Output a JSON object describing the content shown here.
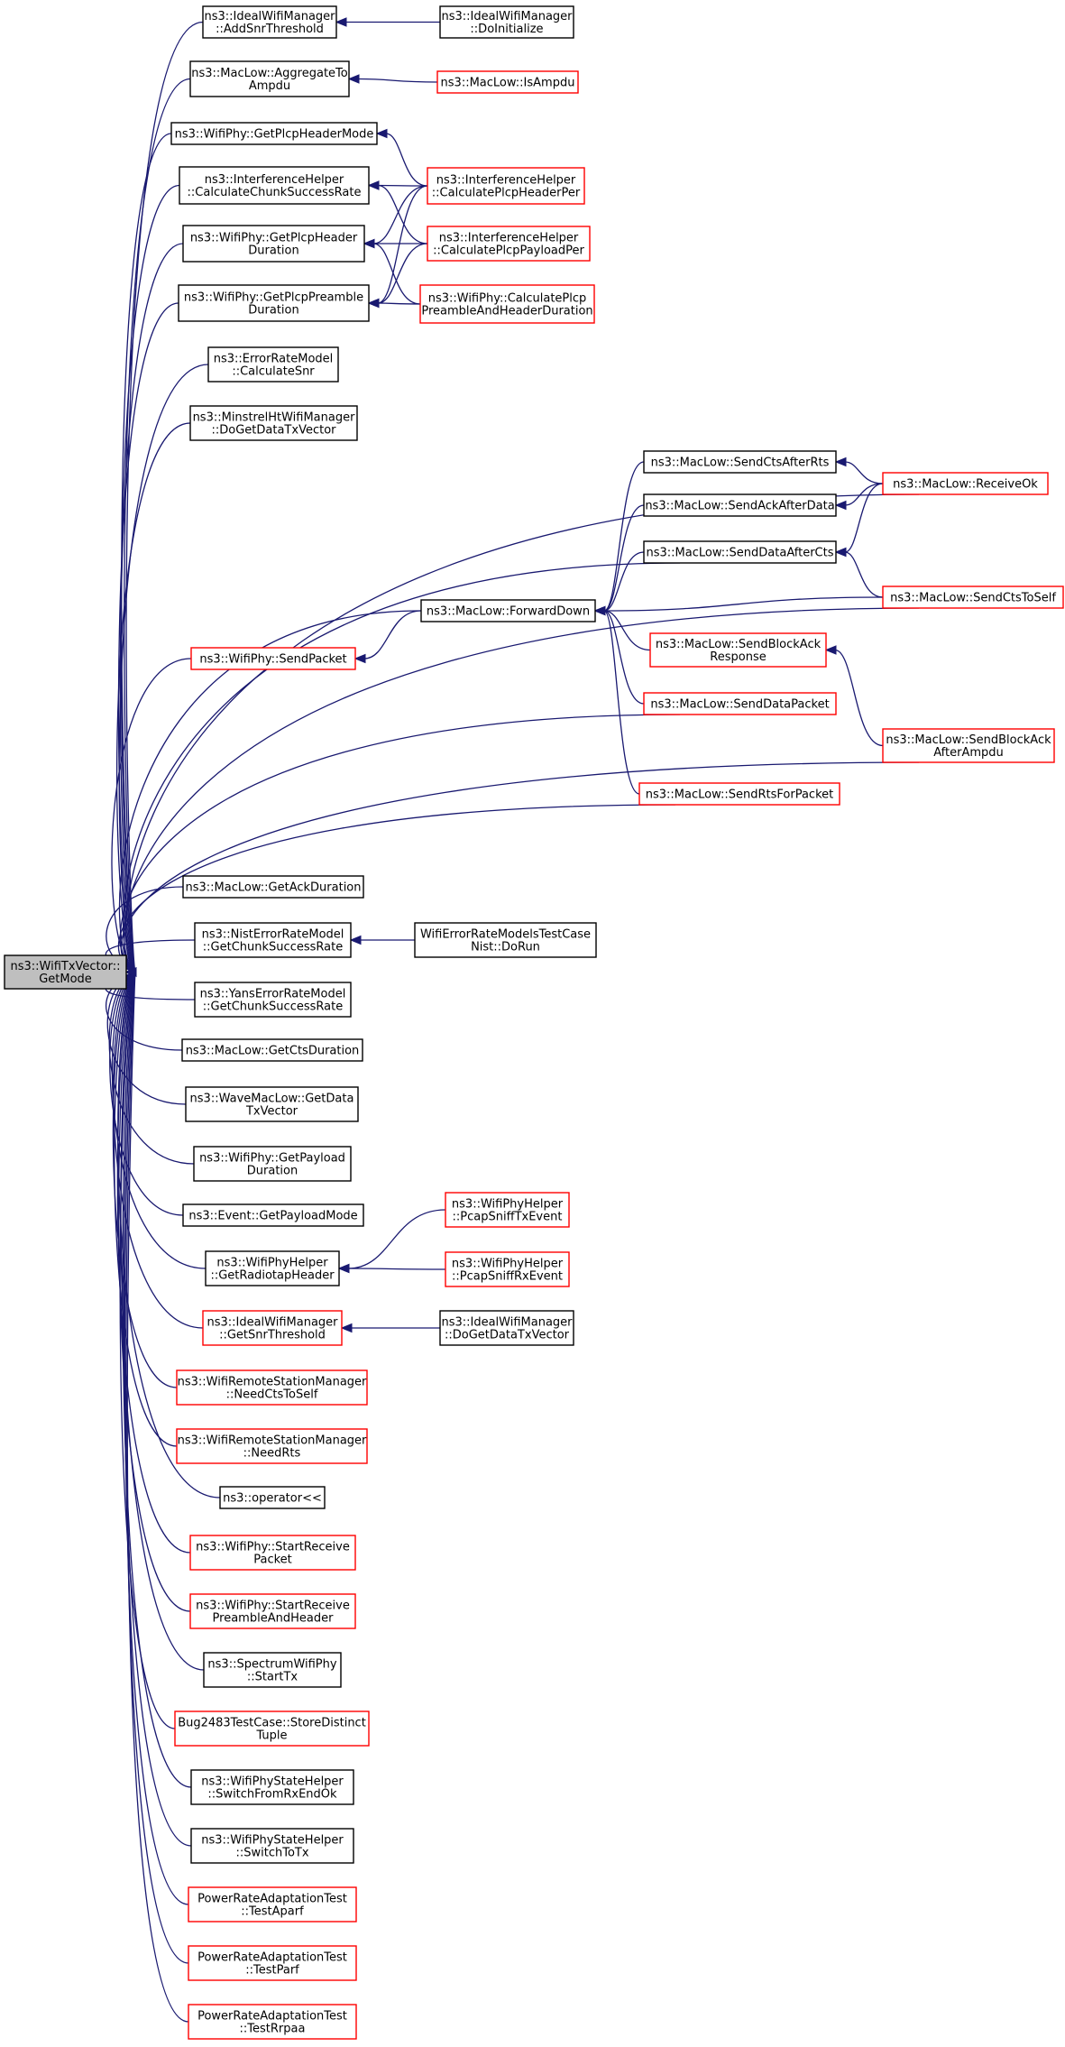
{
  "colors": {
    "edge": "#191970",
    "normal_border": "#000000",
    "truncated_border": "#ff0000",
    "root_fill": "#bfbfbf",
    "node_fill": "#ffffff"
  },
  "nodes": [
    {
      "id": "root",
      "lines": [
        "ns3::WifiTxVector::",
        "GetMode"
      ],
      "style": "root"
    },
    {
      "id": "addSnr",
      "lines": [
        "ns3::IdealWifiManager",
        "::AddSnrThreshold"
      ],
      "style": "normal"
    },
    {
      "id": "doInit",
      "lines": [
        "ns3::IdealWifiManager",
        "::DoInitialize"
      ],
      "style": "normal"
    },
    {
      "id": "aggr",
      "lines": [
        "ns3::MacLow::AggregateTo",
        "Ampdu"
      ],
      "style": "normal"
    },
    {
      "id": "isAmpdu",
      "lines": [
        "ns3::MacLow::IsAmpdu"
      ],
      "style": "truncated"
    },
    {
      "id": "plcpHdrMode",
      "lines": [
        "ns3::WifiPhy::GetPlcpHeaderMode"
      ],
      "style": "normal"
    },
    {
      "id": "chunkSucc",
      "lines": [
        "ns3::InterferenceHelper",
        "::CalculateChunkSuccessRate"
      ],
      "style": "normal"
    },
    {
      "id": "plcpHdrPer",
      "lines": [
        "ns3::InterferenceHelper",
        "::CalculatePlcpHeaderPer"
      ],
      "style": "truncated"
    },
    {
      "id": "plcpHdrDur",
      "lines": [
        "ns3::WifiPhy::GetPlcpHeader",
        "Duration"
      ],
      "style": "normal"
    },
    {
      "id": "plcpPayPer",
      "lines": [
        "ns3::InterferenceHelper",
        "::CalculatePlcpPayloadPer"
      ],
      "style": "truncated"
    },
    {
      "id": "plcpPreDur",
      "lines": [
        "ns3::WifiPhy::GetPlcpPreamble",
        "Duration"
      ],
      "style": "normal"
    },
    {
      "id": "calcPreHdr",
      "lines": [
        "ns3::WifiPhy::CalculatePlcp",
        "PreambleAndHeaderDuration"
      ],
      "style": "truncated"
    },
    {
      "id": "calcSnr",
      "lines": [
        "ns3::ErrorRateModel",
        "::CalculateSnr"
      ],
      "style": "normal"
    },
    {
      "id": "minstrel",
      "lines": [
        "ns3::MinstrelHtWifiManager",
        "::DoGetDataTxVector"
      ],
      "style": "normal"
    },
    {
      "id": "ctsAfterRts",
      "lines": [
        "ns3::MacLow::SendCtsAfterRts"
      ],
      "style": "normal"
    },
    {
      "id": "receiveOk",
      "lines": [
        "ns3::MacLow::ReceiveOk"
      ],
      "style": "truncated"
    },
    {
      "id": "ackAfterData",
      "lines": [
        "ns3::MacLow::SendAckAfterData"
      ],
      "style": "normal"
    },
    {
      "id": "dataAfterCts",
      "lines": [
        "ns3::MacLow::SendDataAfterCts"
      ],
      "style": "normal"
    },
    {
      "id": "forwardDown",
      "lines": [
        "ns3::MacLow::ForwardDown"
      ],
      "style": "normal"
    },
    {
      "id": "ctsToSelf",
      "lines": [
        "ns3::MacLow::SendCtsToSelf"
      ],
      "style": "truncated"
    },
    {
      "id": "sendPacket",
      "lines": [
        "ns3::WifiPhy::SendPacket"
      ],
      "style": "truncated"
    },
    {
      "id": "blockAckResp",
      "lines": [
        "ns3::MacLow::SendBlockAck",
        "Response"
      ],
      "style": "truncated"
    },
    {
      "id": "dataPacket",
      "lines": [
        "ns3::MacLow::SendDataPacket"
      ],
      "style": "truncated"
    },
    {
      "id": "blockAckAfter",
      "lines": [
        "ns3::MacLow::SendBlockAck",
        "AfterAmpdu"
      ],
      "style": "truncated"
    },
    {
      "id": "rtsForPacket",
      "lines": [
        "ns3::MacLow::SendRtsForPacket"
      ],
      "style": "truncated"
    },
    {
      "id": "ackDur",
      "lines": [
        "ns3::MacLow::GetAckDuration"
      ],
      "style": "normal"
    },
    {
      "id": "nistChunk",
      "lines": [
        "ns3::NistErrorRateModel",
        "::GetChunkSuccessRate"
      ],
      "style": "normal"
    },
    {
      "id": "nistRun",
      "lines": [
        "WifiErrorRateModelsTestCase",
        "Nist::DoRun"
      ],
      "style": "normal"
    },
    {
      "id": "yansChunk",
      "lines": [
        "ns3::YansErrorRateModel",
        "::GetChunkSuccessRate"
      ],
      "style": "normal"
    },
    {
      "id": "ctsDur",
      "lines": [
        "ns3::MacLow::GetCtsDuration"
      ],
      "style": "normal"
    },
    {
      "id": "waveMac",
      "lines": [
        "ns3::WaveMacLow::GetData",
        "TxVector"
      ],
      "style": "normal"
    },
    {
      "id": "payloadDur",
      "lines": [
        "ns3::WifiPhy::GetPayload",
        "Duration"
      ],
      "style": "normal"
    },
    {
      "id": "payloadMode",
      "lines": [
        "ns3::Event::GetPayloadMode"
      ],
      "style": "normal"
    },
    {
      "id": "radiotap",
      "lines": [
        "ns3::WifiPhyHelper",
        "::GetRadiotapHeader"
      ],
      "style": "normal"
    },
    {
      "id": "pcapTx",
      "lines": [
        "ns3::WifiPhyHelper",
        "::PcapSniffTxEvent"
      ],
      "style": "truncated"
    },
    {
      "id": "pcapRx",
      "lines": [
        "ns3::WifiPhyHelper",
        "::PcapSniffRxEvent"
      ],
      "style": "truncated"
    },
    {
      "id": "getSnrThr",
      "lines": [
        "ns3::IdealWifiManager",
        "::GetSnrThreshold"
      ],
      "style": "truncated"
    },
    {
      "id": "doGetData",
      "lines": [
        "ns3::IdealWifiManager",
        "::DoGetDataTxVector"
      ],
      "style": "normal"
    },
    {
      "id": "needCts",
      "lines": [
        "ns3::WifiRemoteStationManager",
        "::NeedCtsToSelf"
      ],
      "style": "truncated"
    },
    {
      "id": "needRts",
      "lines": [
        "ns3::WifiRemoteStationManager",
        "::NeedRts"
      ],
      "style": "truncated"
    },
    {
      "id": "operatorLs",
      "lines": [
        "ns3::operator<<"
      ],
      "style": "normal"
    },
    {
      "id": "startRecvPkt",
      "lines": [
        "ns3::WifiPhy::StartReceive",
        "Packet"
      ],
      "style": "truncated"
    },
    {
      "id": "startRecvPre",
      "lines": [
        "ns3::WifiPhy::StartReceive",
        "PreambleAndHeader"
      ],
      "style": "truncated"
    },
    {
      "id": "spectrumTx",
      "lines": [
        "ns3::SpectrumWifiPhy",
        "::StartTx"
      ],
      "style": "normal"
    },
    {
      "id": "bug2483",
      "lines": [
        "Bug2483TestCase::StoreDistinct",
        "Tuple"
      ],
      "style": "truncated"
    },
    {
      "id": "switchRx",
      "lines": [
        "ns3::WifiPhyStateHelper",
        "::SwitchFromRxEndOk"
      ],
      "style": "normal"
    },
    {
      "id": "switchTx",
      "lines": [
        "ns3::WifiPhyStateHelper",
        "::SwitchToTx"
      ],
      "style": "normal"
    },
    {
      "id": "testAparf",
      "lines": [
        "PowerRateAdaptationTest",
        "::TestAparf"
      ],
      "style": "truncated"
    },
    {
      "id": "testParf",
      "lines": [
        "PowerRateAdaptationTest",
        "::TestParf"
      ],
      "style": "truncated"
    },
    {
      "id": "testRrpaa",
      "lines": [
        "PowerRateAdaptationTest",
        "::TestRrpaa"
      ],
      "style": "truncated"
    }
  ],
  "edges": [
    [
      "addSnr",
      "root"
    ],
    [
      "aggr",
      "root"
    ],
    [
      "plcpHdrMode",
      "root"
    ],
    [
      "chunkSucc",
      "root"
    ],
    [
      "plcpHdrDur",
      "root"
    ],
    [
      "plcpPreDur",
      "root"
    ],
    [
      "calcSnr",
      "root"
    ],
    [
      "minstrel",
      "root"
    ],
    [
      "receiveOk",
      "root"
    ],
    [
      "dataAfterCts",
      "root"
    ],
    [
      "forwardDown",
      "root"
    ],
    [
      "sendPacket",
      "root"
    ],
    [
      "ctsToSelf",
      "root"
    ],
    [
      "dataPacket",
      "root"
    ],
    [
      "rtsForPacket",
      "root"
    ],
    [
      "blockAckAfter",
      "root"
    ],
    [
      "ackDur",
      "root"
    ],
    [
      "nistChunk",
      "root"
    ],
    [
      "yansChunk",
      "root"
    ],
    [
      "ctsDur",
      "root"
    ],
    [
      "waveMac",
      "root"
    ],
    [
      "payloadDur",
      "root"
    ],
    [
      "payloadMode",
      "root"
    ],
    [
      "radiotap",
      "root"
    ],
    [
      "getSnrThr",
      "root"
    ],
    [
      "needCts",
      "root"
    ],
    [
      "needRts",
      "root"
    ],
    [
      "operatorLs",
      "root"
    ],
    [
      "startRecvPkt",
      "root"
    ],
    [
      "startRecvPre",
      "root"
    ],
    [
      "spectrumTx",
      "root"
    ],
    [
      "bug2483",
      "root"
    ],
    [
      "switchRx",
      "root"
    ],
    [
      "switchTx",
      "root"
    ],
    [
      "testAparf",
      "root"
    ],
    [
      "testParf",
      "root"
    ],
    [
      "testRrpaa",
      "root"
    ],
    [
      "doInit",
      "addSnr"
    ],
    [
      "isAmpdu",
      "aggr"
    ],
    [
      "plcpHdrPer",
      "plcpHdrMode"
    ],
    [
      "plcpHdrPer",
      "chunkSucc"
    ],
    [
      "plcpPayPer",
      "chunkSucc"
    ],
    [
      "plcpHdrPer",
      "plcpHdrDur"
    ],
    [
      "plcpPayPer",
      "plcpHdrDur"
    ],
    [
      "calcPreHdr",
      "plcpHdrDur"
    ],
    [
      "plcpHdrPer",
      "plcpPreDur"
    ],
    [
      "plcpPayPer",
      "plcpPreDur"
    ],
    [
      "calcPreHdr",
      "plcpPreDur"
    ],
    [
      "receiveOk",
      "ctsAfterRts"
    ],
    [
      "receiveOk",
      "ackAfterData"
    ],
    [
      "receiveOk",
      "dataAfterCts"
    ],
    [
      "ctsToSelf",
      "dataAfterCts"
    ],
    [
      "ctsAfterRts",
      "forwardDown"
    ],
    [
      "ackAfterData",
      "forwardDown"
    ],
    [
      "dataAfterCts",
      "forwardDown"
    ],
    [
      "ctsToSelf",
      "forwardDown"
    ],
    [
      "blockAckResp",
      "forwardDown"
    ],
    [
      "dataPacket",
      "forwardDown"
    ],
    [
      "rtsForPacket",
      "forwardDown"
    ],
    [
      "forwardDown",
      "sendPacket"
    ],
    [
      "blockAckAfter",
      "blockAckResp"
    ],
    [
      "nistRun",
      "nistChunk"
    ],
    [
      "pcapTx",
      "radiotap"
    ],
    [
      "pcapRx",
      "radiotap"
    ],
    [
      "doGetData",
      "getSnrThr"
    ]
  ]
}
